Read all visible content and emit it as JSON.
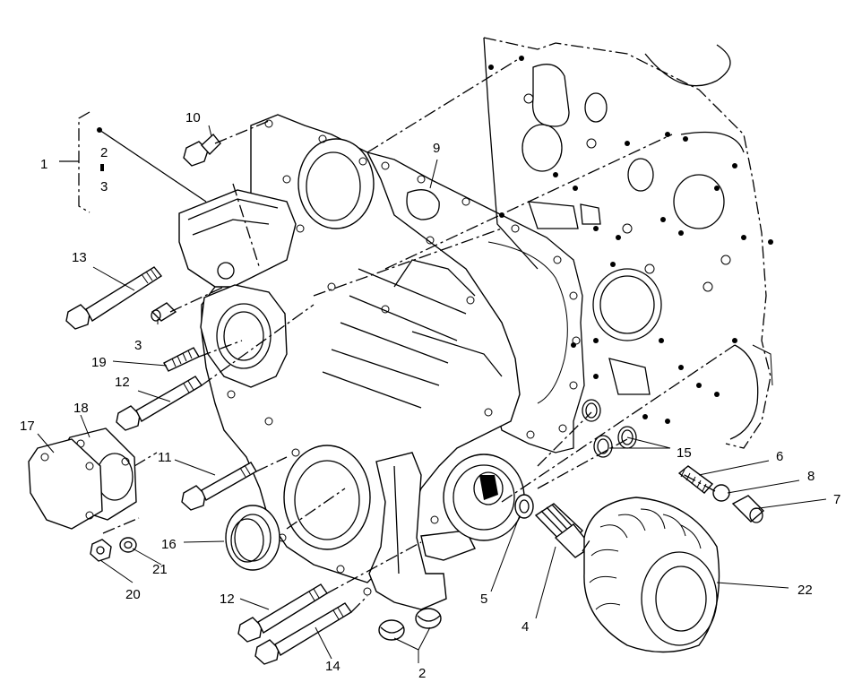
{
  "callouts": {
    "n1": "1",
    "n2a": "2",
    "n3a": "3",
    "n2b": "2",
    "n3b": "3",
    "n4": "4",
    "n5": "5",
    "n6": "6",
    "n7": "7",
    "n8": "8",
    "n9": "9",
    "n10": "10",
    "n11": "11",
    "n12a": "12",
    "n12b": "12",
    "n13": "13",
    "n14": "14",
    "n15": "15",
    "n16": "16",
    "n17": "17",
    "n18": "18",
    "n19": "19",
    "n20": "20",
    "n21": "21",
    "n22": "22"
  }
}
